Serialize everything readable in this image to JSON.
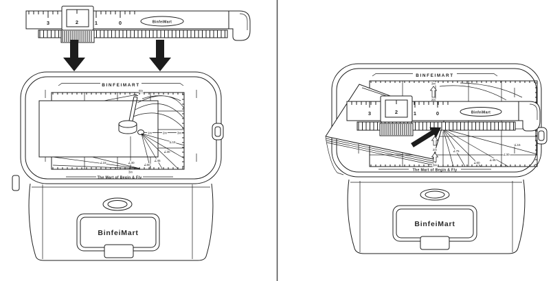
{
  "brand": {
    "caps": "BINFEIMART",
    "name": "BinfeiMart",
    "tagline": "The Mart of Begin & Fly"
  },
  "ruler": {
    "numbers": [
      "3",
      "2",
      "1",
      "0"
    ],
    "slider_value": "2",
    "stamp": "BinfeiMart"
  },
  "grid": {
    "inches": [
      "0in",
      "1in",
      "2in",
      "3in"
    ],
    "angles": [
      "∠15",
      "∠30",
      "∠45",
      "∠60",
      "∠75"
    ]
  },
  "colors": {
    "ink": "#1c1c1c",
    "background": "#ffffff"
  }
}
